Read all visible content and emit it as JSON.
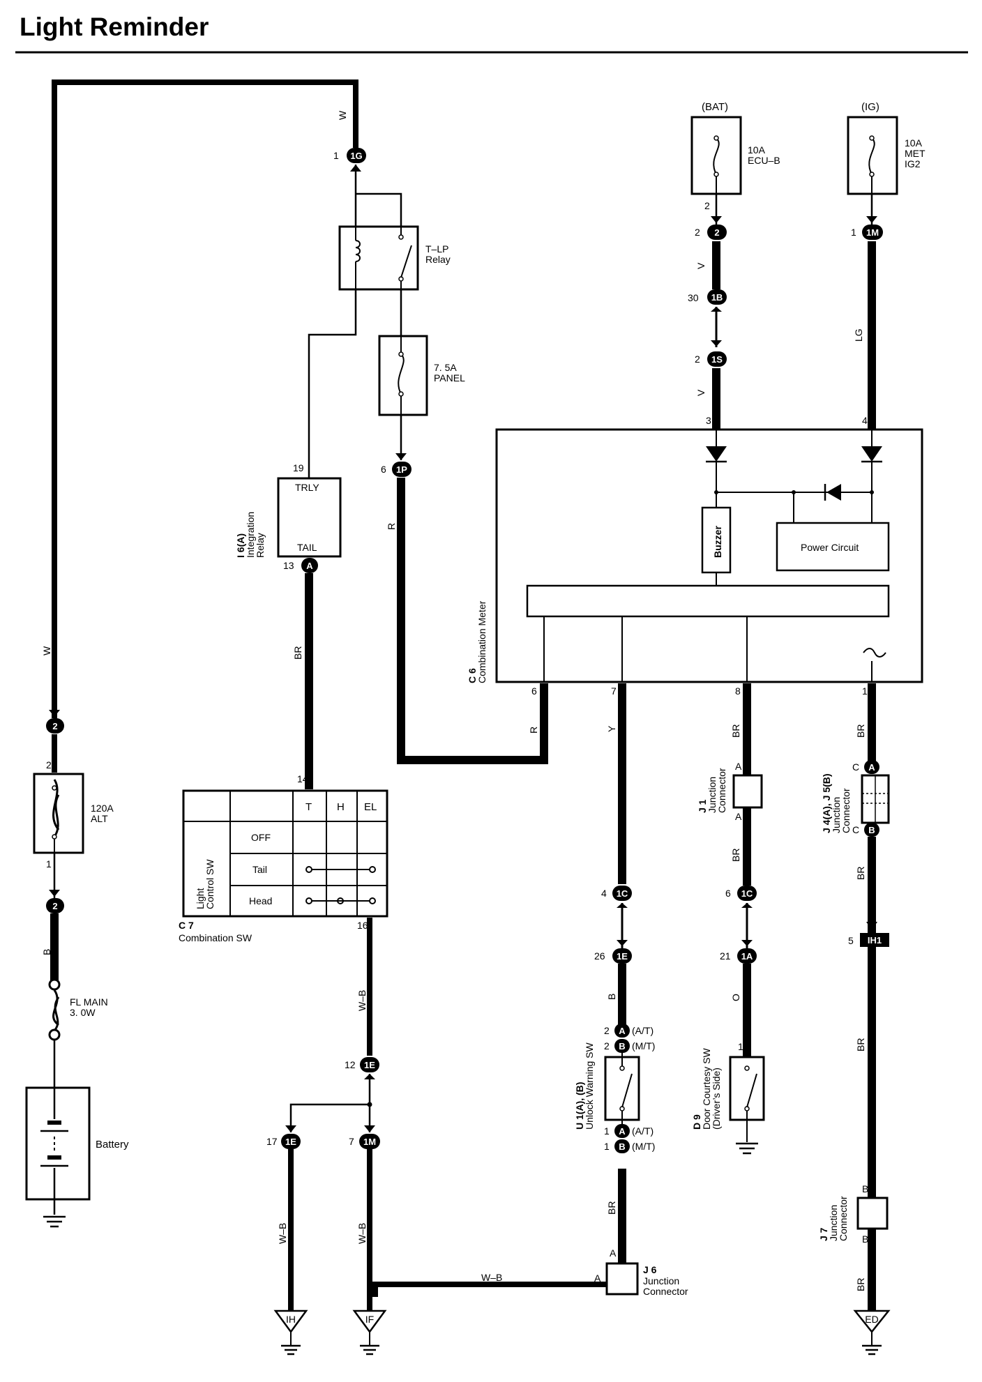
{
  "title": "Light Reminder",
  "fuses": {
    "ecu_b": {
      "label": "10A\nECU–B",
      "source": "(BAT)"
    },
    "met_ig2": {
      "label": "10A\nMET\nIG2",
      "source": "(IG)"
    },
    "panel": {
      "label": "7. 5A\nPANEL"
    },
    "alt": {
      "label": "120A\nALT"
    },
    "fl_main": {
      "label": "FL MAIN\n3. 0W"
    }
  },
  "components": {
    "tlp_relay": "T–LP\nRelay",
    "battery": "Battery",
    "integration_relay": {
      "id": "I 6(A)",
      "name": "Integration\nRelay",
      "top": "TRLY",
      "bottom": "TAIL"
    },
    "combination_meter": {
      "id": "C 6",
      "name": "Combination Meter",
      "buzzer": "Buzzer",
      "power_circuit": "Power Circuit"
    },
    "combination_sw": {
      "id": "C 7",
      "name": "Combination SW",
      "side_label": "Light\nControl SW",
      "columns": [
        "T",
        "H",
        "EL"
      ],
      "rows": [
        "OFF",
        "Tail",
        "Head"
      ]
    },
    "j1": {
      "id": "J 1",
      "name": "Junction\nConnector"
    },
    "j4j5": {
      "id": "J 4(A), J 5(B)",
      "name": "Junction\nConnector"
    },
    "j6": {
      "id": "J 6",
      "name": "Junction\nConnector"
    },
    "j7": {
      "id": "J 7",
      "name": "Junction\nConnector"
    },
    "u1": {
      "id": "U 1(A), (B)",
      "name": "Unlock Warning SW"
    },
    "d9": {
      "id": "D 9",
      "name": "Door Courtesy SW\n(Driver’s Side)"
    }
  },
  "wire_colors": {
    "W": "W",
    "V": "V",
    "LG": "LG",
    "R": "R",
    "BR": "BR",
    "Y": "Y",
    "B": "B",
    "O": "O",
    "W_B": "W–B"
  },
  "connectors": {
    "c1G": "1G",
    "c2a": "2",
    "c1B": "1B",
    "c1S": "1S",
    "c1M": "1M",
    "c1P": "1P",
    "cA13": "A",
    "c2b": "2",
    "c2c": "2",
    "c1C_a": "1C",
    "c1C_b": "1C",
    "c1E_a": "1E",
    "c1A": "1A",
    "c1E_b": "1E",
    "c1E_c": "1E",
    "c1M_b": "1M",
    "cU_A1": "A",
    "cU_B1": "B",
    "cU_A2": "A",
    "cU_B2": "B",
    "cJ5A": "A",
    "cJ5B": "B",
    "cIH1": "IH1"
  },
  "pins": {
    "p1_1G": "1",
    "p2_bat": "2",
    "p2_2": "2",
    "p30": "30",
    "p2_1S": "2",
    "p3": "3",
    "p1_ig": "1",
    "p4": "4",
    "p6_1P": "6",
    "p19": "19",
    "p13": "13",
    "p6": "6",
    "p7": "7",
    "p8": "8",
    "p1m": "1",
    "p2_alt_top": "2",
    "p1_alt_bot": "1",
    "p14": "14",
    "p16": "16",
    "p4_1C": "4",
    "p6_1C": "6",
    "p26": "26",
    "p21": "21",
    "p12": "12",
    "p17": "17",
    "p7_1M": "7",
    "p5": "5",
    "pu2a": "2",
    "pu2b": "2",
    "pu1a": "1",
    "pu1b": "1",
    "pd1": "1",
    "pAT1": "(A/T)",
    "pMT1": "(M/T)",
    "pAT2": "(A/T)",
    "pMT2": "(M/T)",
    "pA_j1top": "A",
    "pA_j1bot": "A",
    "pC_top": "C",
    "pC_bot": "C",
    "pB_j7top": "B",
    "pB_j7bot": "B",
    "pA_j6": "A",
    "pA_j6b": "A"
  },
  "grounds": {
    "ih": "IH",
    "if": "IF",
    "ed": "ED"
  }
}
